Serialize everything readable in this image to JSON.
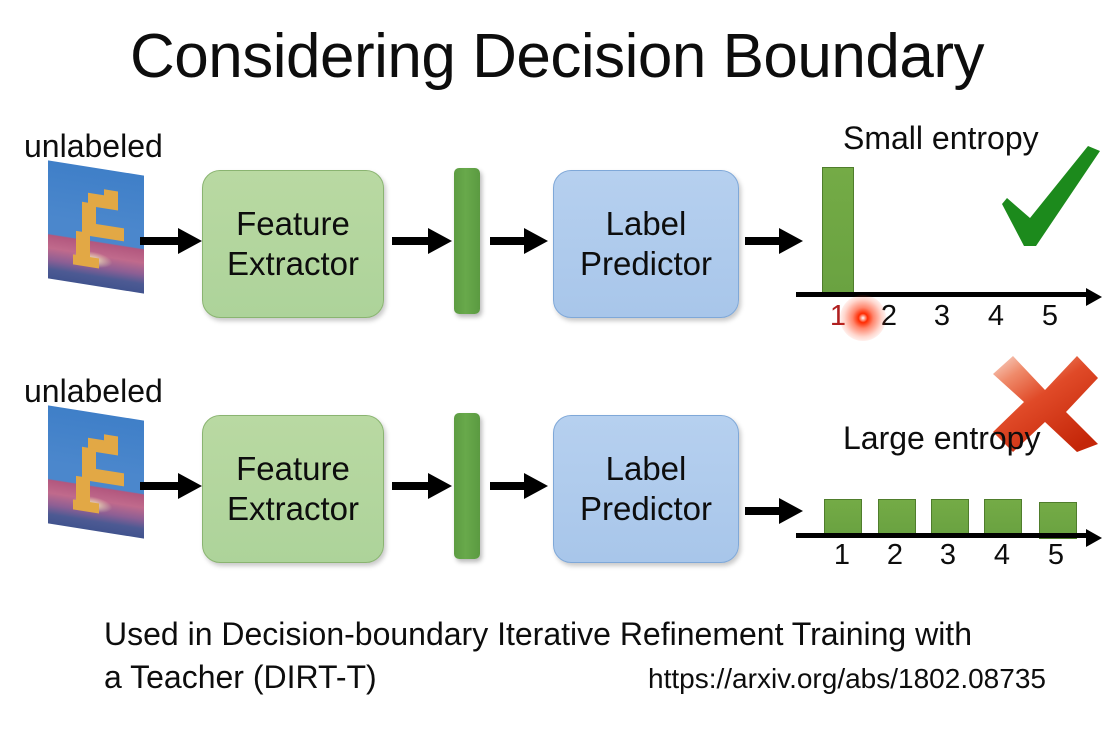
{
  "slide": {
    "title": "Considering Decision Boundary",
    "background_color": "#ffffff"
  },
  "colors": {
    "feature_extractor_fill": "#b3d69c",
    "label_predictor_fill": "#aecbec",
    "feature_vector": "#63a344",
    "histogram_bar": "#70a844",
    "check_mark": "#1c8a1c",
    "cross_mark": "#d12c10",
    "laser_dot": "#ff2a00",
    "text": "#0d0d0d"
  },
  "rows": [
    {
      "id": "small-entropy-row",
      "input_label": "unlabeled",
      "input_image_name": "svhn-digit-thumbnail",
      "feature_extractor": "Feature\nExtractor",
      "feature_extractor_line1": "Feature",
      "feature_extractor_line2": "Extractor",
      "feature_vector_name": "feature-vector-bar",
      "label_predictor_line1": "Label",
      "label_predictor_line2": "Predictor",
      "entropy_label": "Small entropy",
      "verdict_icon": "check-icon",
      "laser_pointer": true,
      "chart_ref": 0
    },
    {
      "id": "large-entropy-row",
      "input_label": "unlabeled",
      "input_image_name": "svhn-digit-thumbnail",
      "feature_extractor_line1": "Feature",
      "feature_extractor_line2": "Extractor",
      "feature_vector_name": "feature-vector-bar",
      "label_predictor_line1": "Label",
      "label_predictor_line2": "Predictor",
      "entropy_label": "Large entropy",
      "verdict_icon": "cross-icon",
      "laser_pointer": false,
      "chart_ref": 1
    }
  ],
  "caption": {
    "line1": "Used in Decision-boundary Iterative Refinement Training with",
    "line2": "a Teacher (DIRT-T)",
    "url": "https://arxiv.org/abs/1802.08735"
  },
  "chart_data": [
    {
      "type": "bar",
      "title": "Small entropy",
      "categories": [
        "1",
        "2",
        "3",
        "4",
        "5"
      ],
      "values": [
        1.0,
        0.0,
        0.0,
        0.0,
        0.0
      ],
      "xlabel": "",
      "ylabel": "",
      "ylim": [
        0,
        1
      ],
      "grid": false,
      "legend": "none",
      "annotation": "check-mark",
      "highlighted_category": "1"
    },
    {
      "type": "bar",
      "title": "Large entropy",
      "categories": [
        "1",
        "2",
        "3",
        "4",
        "5"
      ],
      "values": [
        0.2,
        0.2,
        0.2,
        0.2,
        0.22
      ],
      "xlabel": "",
      "ylabel": "",
      "ylim": [
        0,
        1
      ],
      "grid": false,
      "legend": "none",
      "annotation": "cross-mark",
      "highlighted_category": null
    }
  ]
}
